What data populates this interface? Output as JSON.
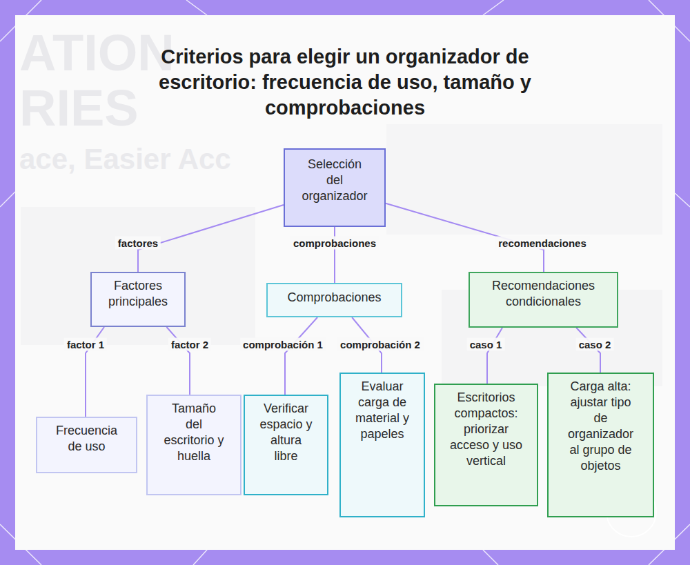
{
  "diagram": {
    "title": "Criterios para elegir un organizador de escritorio: frecuencia de uso, tamaño y comprobaciones",
    "nodes": [
      {
        "text": [
          "Selección del organizador"
        ]
      },
      {
        "text": [
          "Factores principales"
        ]
      },
      {
        "text": [
          "Comprobaciones"
        ]
      },
      {
        "text": [
          "Recomendaciones condicionales"
        ]
      },
      {
        "text": [
          "Frecuencia de uso"
        ]
      },
      {
        "text": [
          "Tamaño del escritorio y huella"
        ]
      },
      {
        "text": [
          "Verificar espacio y altura libre"
        ]
      },
      {
        "text": [
          "Evaluar carga de material y papeles"
        ]
      },
      {
        "text": [
          "Escritorios compactos: priorizar acceso y uso vertical"
        ]
      },
      {
        "text": [
          "Carga alta: ajustar tipo de organizador al grupo de objetos"
        ]
      }
    ],
    "edges": [
      {
        "from": 0,
        "to": 1,
        "label": "factores",
        "arrow": "none"
      },
      {
        "from": 0,
        "to": 2,
        "label": "comprobaciones",
        "arrow": "none"
      },
      {
        "from": 0,
        "to": 3,
        "label": "recomendaciones",
        "arrow": "none"
      },
      {
        "from": 1,
        "to": 4,
        "label": "factor 1",
        "arrow": "none"
      },
      {
        "from": 1,
        "to": 5,
        "label": "factor 2",
        "arrow": "none"
      },
      {
        "from": 2,
        "to": 6,
        "label": "comprobación 1",
        "arrow": "none"
      },
      {
        "from": 2,
        "to": 7,
        "label": "comprobación 2",
        "arrow": "none"
      },
      {
        "from": 3,
        "to": 8,
        "label": "caso 1",
        "arrow": "none"
      },
      {
        "from": 3,
        "to": 9,
        "label": "caso 2",
        "arrow": "none"
      }
    ],
    "labels": [
      "ATION",
      "RIES",
      "ace, Easier Acc"
    ]
  }
}
